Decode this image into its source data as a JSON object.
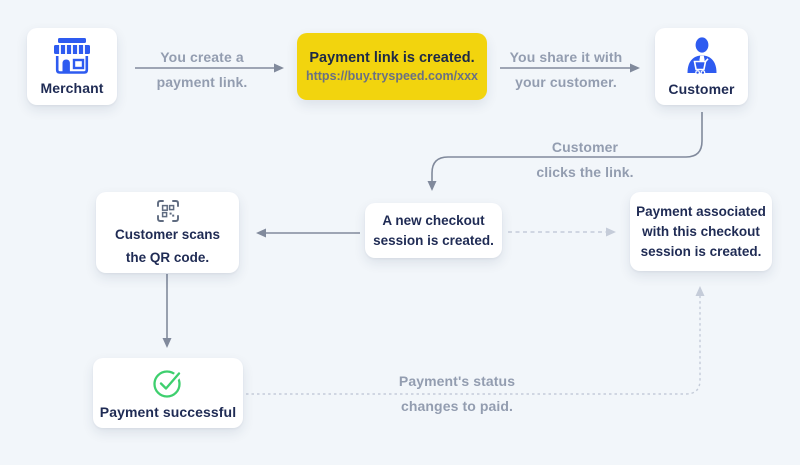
{
  "colors": {
    "background": "#f2f6fa",
    "accent_blue": "#2e5bf0",
    "brand_yellow": "#f2d40e",
    "success_green": "#3ecf6e",
    "text_dark": "#1f2b54",
    "label_gray": "#939db0",
    "arrow_gray": "#818a9c",
    "dotted_gray": "#c5ccd9"
  },
  "nodes": {
    "merchant": {
      "label": "Merchant",
      "icon": "storefront-icon"
    },
    "payment_link": {
      "title": "Payment link is created.",
      "url": "https://buy.tryspeed.com/xxx"
    },
    "customer": {
      "label": "Customer",
      "icon": "customer-icon"
    },
    "checkout_session": {
      "line1": "A new checkout",
      "line2": "session is created."
    },
    "payment_associated": {
      "line1": "Payment associated",
      "line2": "with this checkout",
      "line3": "session is created."
    },
    "qr_scan": {
      "icon": "qr-scan-icon",
      "line1": "Customer scans",
      "line2": "the QR code."
    },
    "payment_successful": {
      "icon": "check-circle-icon",
      "label": "Payment successful"
    }
  },
  "edge_labels": {
    "create_link": {
      "line1": "You create a",
      "line2": "payment link."
    },
    "share_link": {
      "line1": "You share it with",
      "line2": "your customer."
    },
    "clicks_link": {
      "line1": "Customer",
      "line2": "clicks the link."
    },
    "status_paid": {
      "line1": "Payment's status",
      "line2": "changes to paid."
    }
  }
}
